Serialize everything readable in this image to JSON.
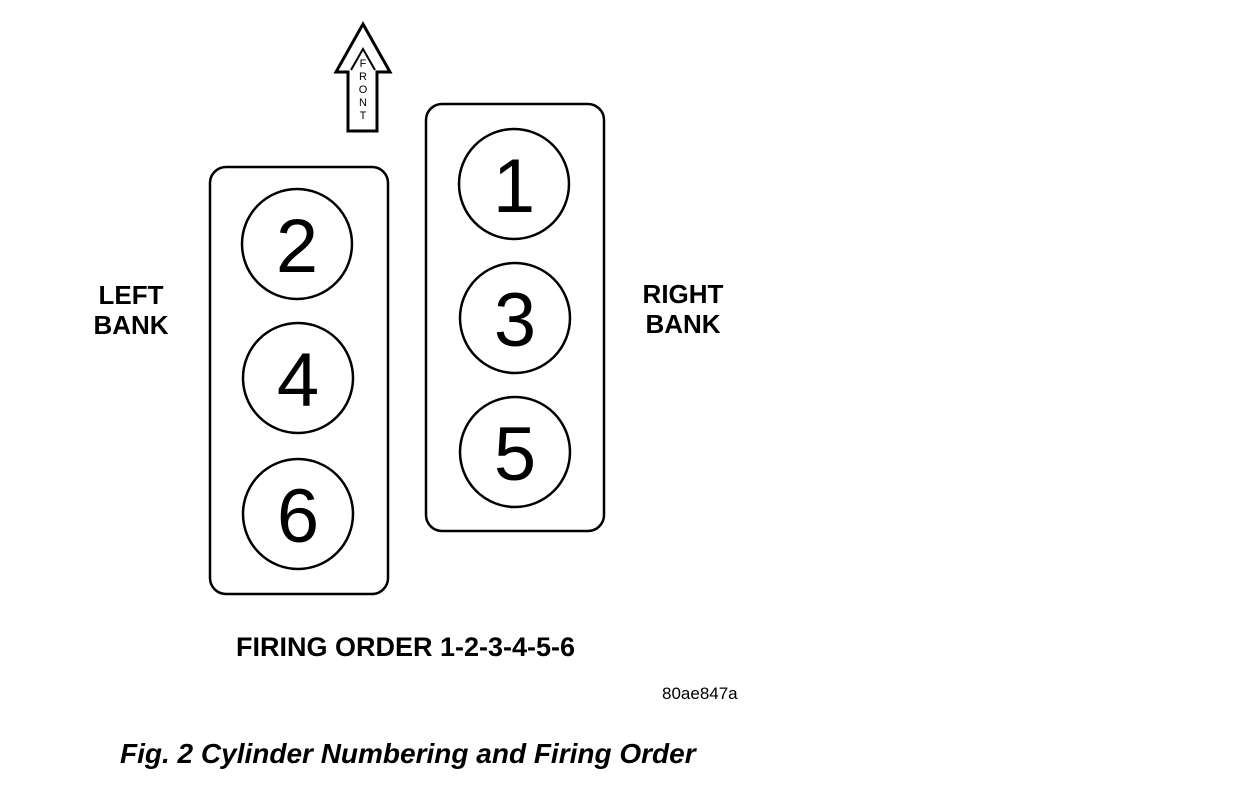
{
  "front_arrow": {
    "label_letters": [
      "F",
      "R",
      "O",
      "N",
      "T"
    ]
  },
  "left_bank": {
    "label_lines": [
      "LEFT",
      "BANK"
    ],
    "cylinders": [
      "2",
      "4",
      "6"
    ]
  },
  "right_bank": {
    "label_lines": [
      "RIGHT",
      "BANK"
    ],
    "cylinders": [
      "1",
      "3",
      "5"
    ]
  },
  "firing_order_text": "FIRING ORDER 1-2-3-4-5-6",
  "figure_code": "80ae847a",
  "caption": "Fig. 2 Cylinder Numbering and Firing Order"
}
